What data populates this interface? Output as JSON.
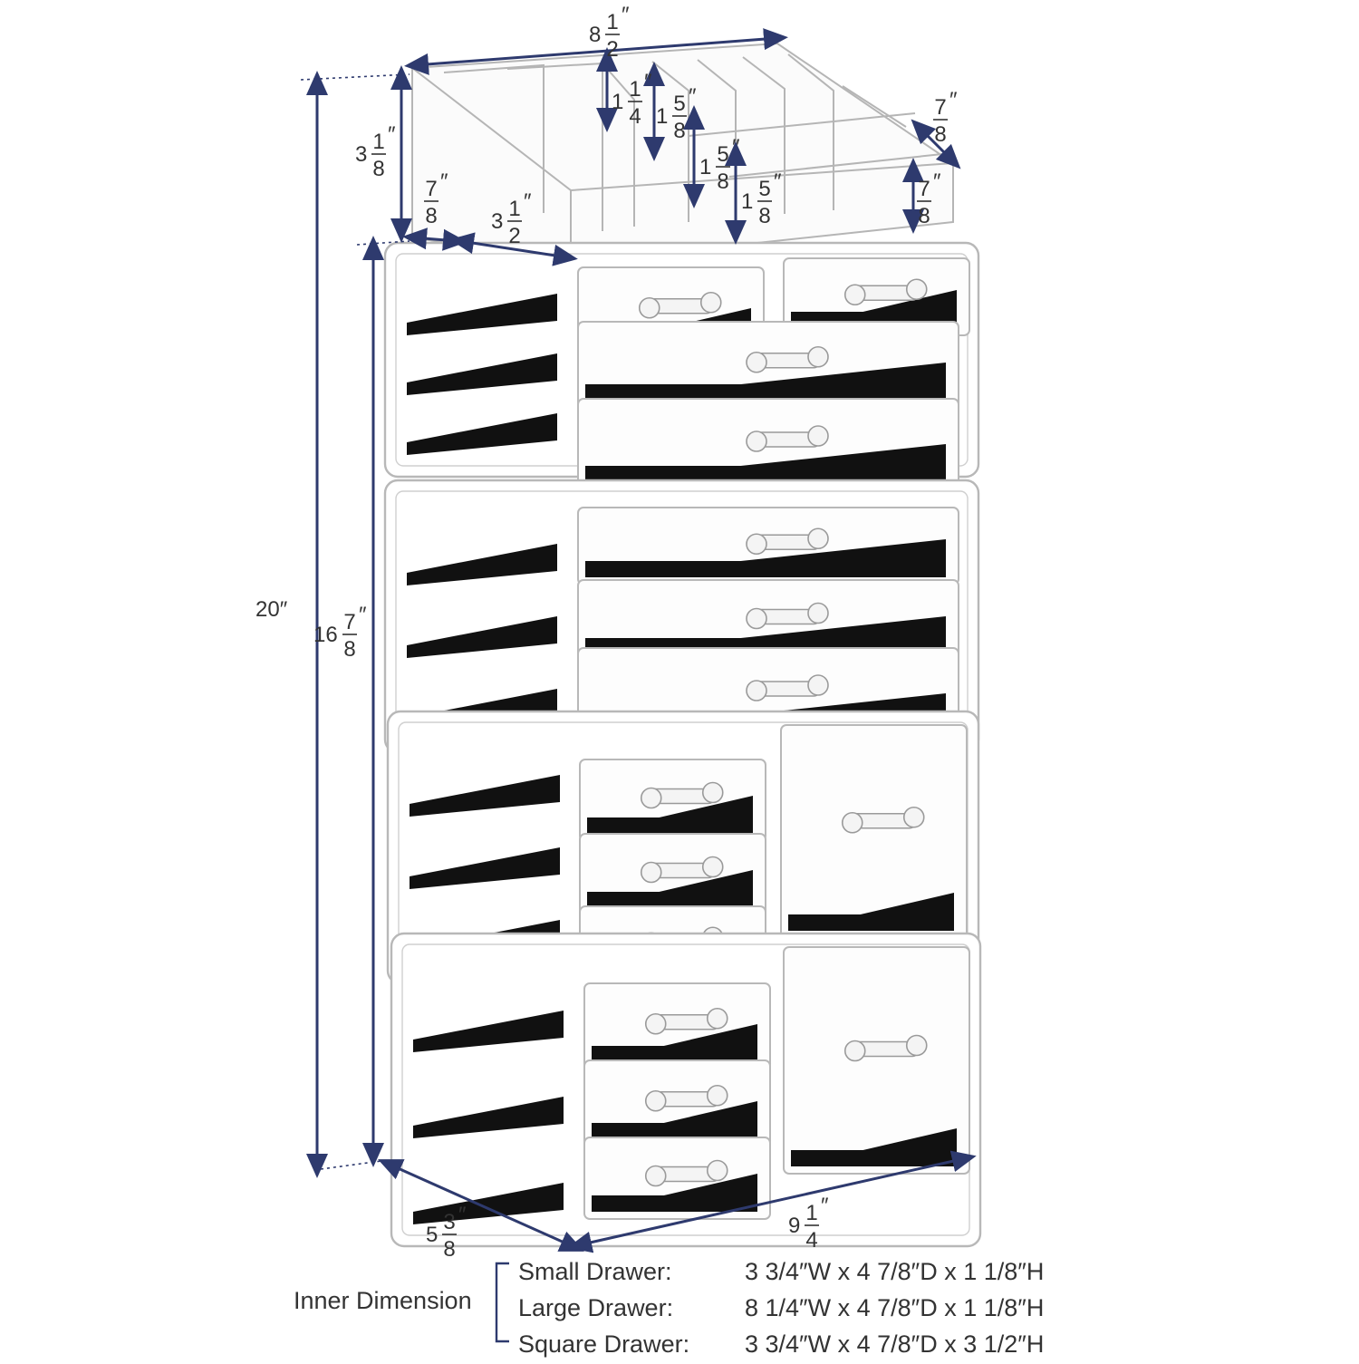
{
  "dimensions": {
    "top_width": "8 1/2″",
    "tray_height": "3 1/8″",
    "total_height": "20″",
    "drawer_stack_height": "16 7/8″",
    "base_depth": "5 3/8″",
    "base_width": "9 1/4″",
    "slot_1_height": "1 1/4″",
    "slot_2_height": "1 5/8″",
    "slot_3_height": "1 5/8″",
    "slot_4_height": "1 5/8″",
    "slot_depth_right": "7/8″",
    "slot_width_right": "7/8″",
    "slot_width_left": "7/8″",
    "large_slot_width": "3 1/2″"
  },
  "fraction_labels": {
    "top_width": {
      "whole": "8",
      "num": "1",
      "den": "2"
    },
    "tray_height": {
      "whole": "3",
      "num": "1",
      "den": "8"
    },
    "total_height": {
      "whole": "20″",
      "num": "",
      "den": ""
    },
    "drawer_stack_height": {
      "whole": "16",
      "num": "7",
      "den": "8"
    },
    "base_depth": {
      "whole": "5",
      "num": "3",
      "den": "8"
    },
    "base_width": {
      "whole": "9",
      "num": "1",
      "den": "4"
    },
    "slot_1_height": {
      "whole": "1",
      "num": "1",
      "den": "4"
    },
    "slot_2_height": {
      "whole": "1",
      "num": "5",
      "den": "8"
    },
    "slot_3_height": {
      "whole": "1",
      "num": "5",
      "den": "8"
    },
    "slot_4_height": {
      "whole": "1",
      "num": "5",
      "den": "8"
    },
    "slot_depth_right": {
      "whole": "",
      "num": "7",
      "den": "8"
    },
    "slot_width_right": {
      "whole": "",
      "num": "7",
      "den": "8"
    },
    "slot_width_left": {
      "whole": "",
      "num": "7",
      "den": "8"
    },
    "large_slot_width": {
      "whole": "3",
      "num": "1",
      "den": "2"
    }
  },
  "legend": {
    "title": "Inner Dimension",
    "rows": [
      {
        "label": "Small Drawer:",
        "value": "3 3/4″W x 4 7/8″D x 1 1/8″H"
      },
      {
        "label": "Large Drawer:",
        "value": "8 1/4″W x 4 7/8″D x 1 1/8″H"
      },
      {
        "label": "Square Drawer:",
        "value": "3 3/4″W x 4 7/8″D x 3 1/2″H"
      }
    ]
  },
  "colors": {
    "dimension_line": "#2e3a6e",
    "acrylic_edge": "#b8b8b8",
    "velvet": "#111111",
    "text": "#333333"
  }
}
